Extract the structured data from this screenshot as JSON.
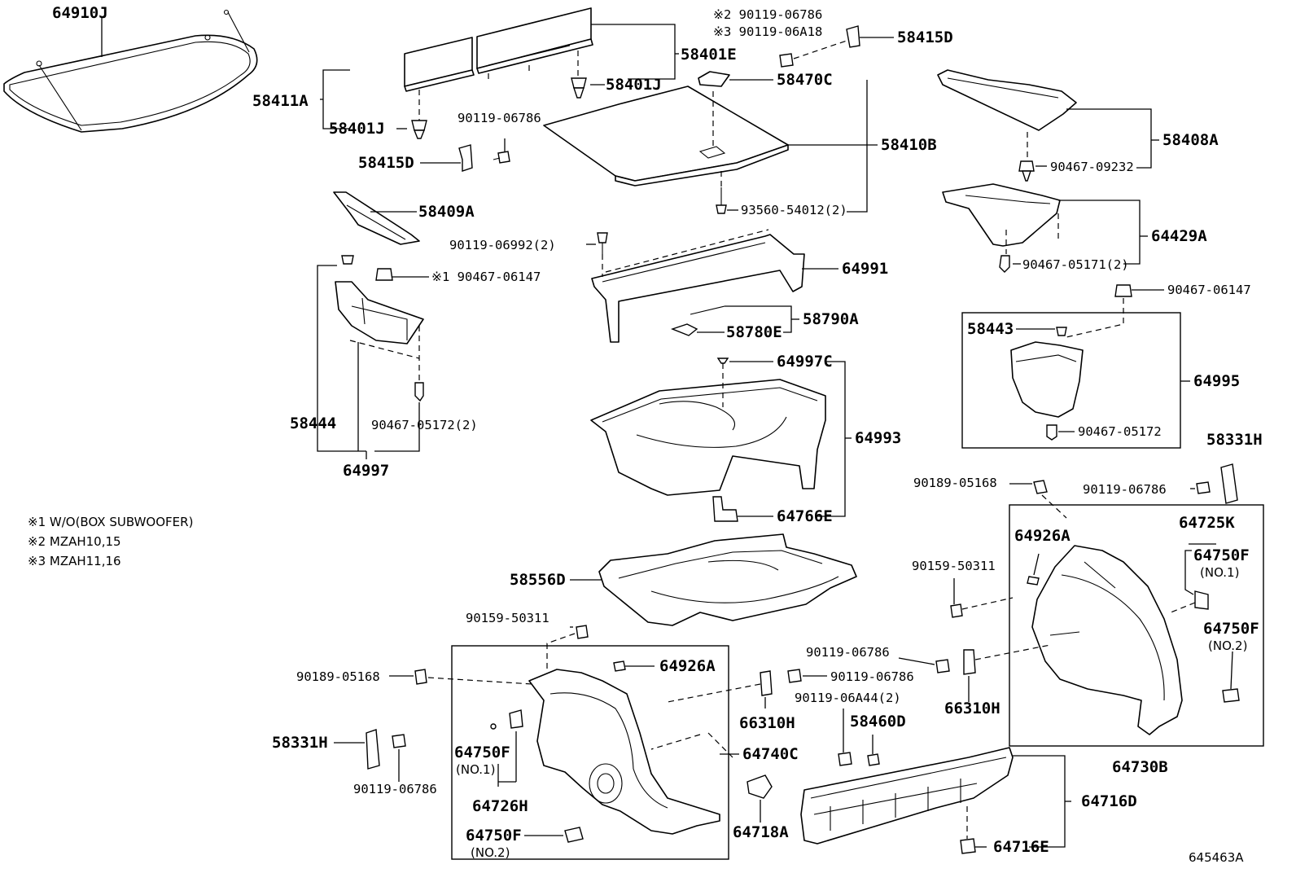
{
  "diagram_code": "645463A",
  "notes": [
    "※1 W/O(BOX SUBWOOFER)",
    "※2 MZAH10,15",
    "※3 MZAH11,16"
  ],
  "labels": {
    "p64910J": "64910J",
    "p58401E": "58401E",
    "p58411A": "58411A",
    "p58401J_a": "58401J",
    "p58401J_b": "58401J",
    "p90119_06786_a": "90119-06786",
    "p58415D_a": "58415D",
    "p58409A": "58409A",
    "n1_90467_06147": "※1 90467-06147",
    "p58444": "58444",
    "p90467_05172_2": "90467-05172(2)",
    "p64997": "64997",
    "n2_90119_06786": "※2 90119-06786",
    "n3_90119_06A18": "※3 90119-06A18",
    "p58415D_b": "58415D",
    "p58470C": "58470C",
    "p58410B": "58410B",
    "p93560_54012_2": "93560-54012(2)",
    "p90119_06992_2": "90119-06992(2)",
    "p64991": "64991",
    "p58790A": "58790A",
    "p58780E": "58780E",
    "p64997C": "64997C",
    "p64993": "64993",
    "p64766E": "64766E",
    "p58556D": "58556D",
    "p58408A": "58408A",
    "p90467_09232": "90467-09232",
    "p64429A": "64429A",
    "p90467_05171_2": "90467-05171(2)",
    "p90467_06147": "90467-06147",
    "p58443": "58443",
    "p64995": "64995",
    "p90467_05172": "90467-05172",
    "p58331H_r": "58331H",
    "p90189_05168_r": "90189-05168",
    "p90119_06786_r": "90119-06786",
    "p64725K": "64725K",
    "p64926A_r": "64926A",
    "p64750F_r1": "64750F",
    "no1_r": "(NO.1)",
    "p90159_50311_r": "90159-50311",
    "p64750F_r2": "64750F",
    "no2_r": "(NO.2)",
    "p90119_06786_m1": "90119-06786",
    "p90119_06786_m2": "90119-06786",
    "p66310H_r": "66310H",
    "p64730B": "64730B",
    "p90159_50311_l": "90159-50311",
    "p90189_05168_l": "90189-05168",
    "p64926A_l": "64926A",
    "p58331H_l": "58331H",
    "p90119_06786_l": "90119-06786",
    "p64750F_l1": "64750F",
    "no1_l": "(NO.1)",
    "p64726H": "64726H",
    "p64750F_l2": "64750F",
    "no2_l": "(NO.2)",
    "p66310H_l": "66310H",
    "p64740C": "64740C",
    "p90119_06A44_2": "90119-06A44(2)",
    "p58460D": "58460D",
    "p64718A": "64718A",
    "p64716D": "64716D",
    "p64716E": "64716E"
  }
}
